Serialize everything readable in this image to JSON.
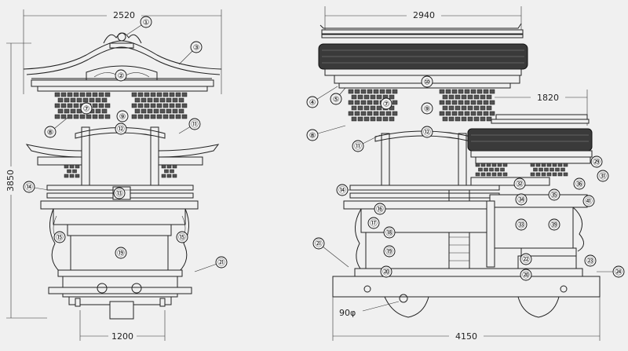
{
  "dimensions": {
    "front_width": "2520",
    "side_width_top": "2940",
    "side_front_roof": "1820",
    "height": "3850",
    "front_base": "1200",
    "side_base": "4150",
    "wheel": "90φ"
  },
  "front_callouts": [
    "①",
    "②",
    "③",
    "⑦",
    "⑧",
    "⑨",
    "⑪",
    "⑫",
    "⑬",
    "⑭",
    "⑮",
    "⑮",
    "⑲",
    "㉑"
  ],
  "side_callouts": [
    "④",
    "⑤",
    "⑩",
    "⑦",
    "⑨",
    "⑧",
    "⑫",
    "⑪",
    "⑭",
    "⑯",
    "⑰",
    "⑱",
    "⑲",
    "㉑",
    "⑳",
    "㉒",
    "㉓",
    "⑳",
    "㉔",
    "㉙",
    "㉛",
    "㉜",
    "㊱",
    "㉟",
    "㉞",
    "㊶",
    "㉝",
    "㊴"
  ]
}
